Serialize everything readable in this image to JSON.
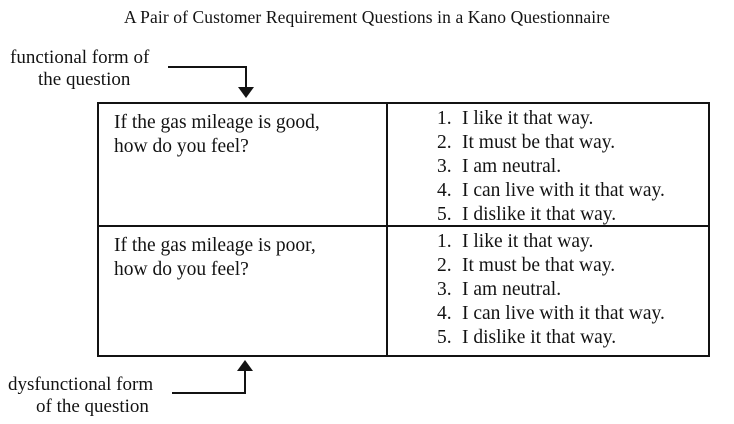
{
  "title": "A Pair of Customer Requirement Questions in a Kano Questionnaire",
  "labels": {
    "functional": {
      "line1": "functional form of",
      "line2": "the question"
    },
    "dysfunctional": {
      "line1": "dysfunctional form",
      "line2": "of the question"
    }
  },
  "table": {
    "rows": [
      {
        "question": "If the gas mileage is good,\nhow do you feel?",
        "options": [
          {
            "num": "1.",
            "text": "I like it that way."
          },
          {
            "num": "2.",
            "text": "It must be that way."
          },
          {
            "num": "3.",
            "text": "I am neutral."
          },
          {
            "num": "4.",
            "text": "I can live with it that way."
          },
          {
            "num": "5.",
            "text": "I dislike it that way."
          }
        ]
      },
      {
        "question": "If the gas mileage is poor,\nhow do you feel?",
        "options": [
          {
            "num": "1.",
            "text": "I like it that way."
          },
          {
            "num": "2.",
            "text": "It must be that way."
          },
          {
            "num": "3.",
            "text": "I am neutral."
          },
          {
            "num": "4.",
            "text": "I can live with it that way."
          },
          {
            "num": "5.",
            "text": "I dislike it that way."
          }
        ]
      }
    ]
  },
  "colors": {
    "ink": "#131313",
    "background": "#ffffff"
  }
}
